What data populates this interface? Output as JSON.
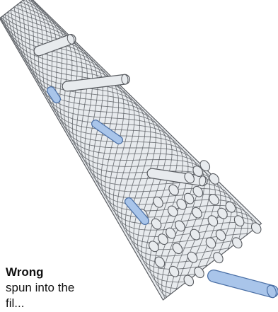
{
  "caption": {
    "title": "Wrong",
    "line1": "spun into the",
    "line2": "fil..."
  },
  "colors": {
    "strand_fill": "#e8ebee",
    "strand_outline": "#595c61",
    "highlight_fiber": "#a9c5ea",
    "highlight_outline": "#4a6fa5",
    "background": "#ffffff"
  }
}
